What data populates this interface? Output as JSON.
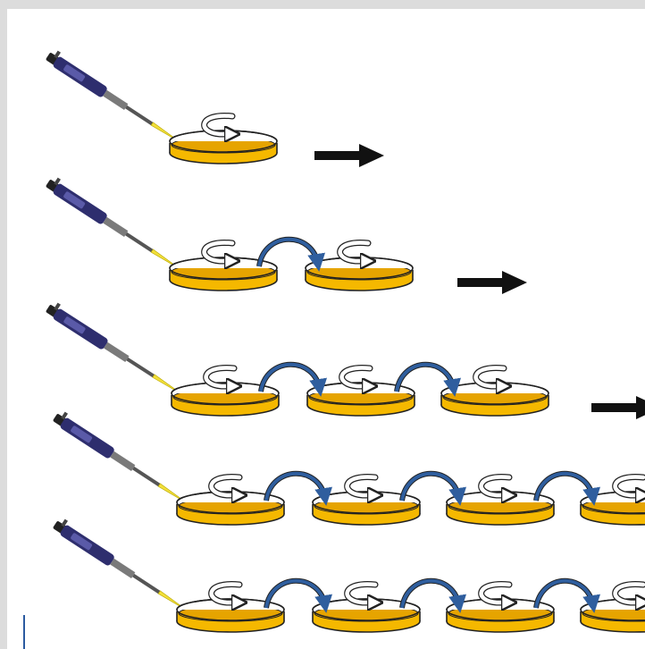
{
  "figure": {
    "background_color": "#dcdcdc",
    "panel_color": "#ffffff",
    "icons": {
      "pipette": "pipette-icon",
      "petri_dish": "petri-dish-icon",
      "swirl": "swirl-arrow-icon",
      "transfer": "transfer-arrow-icon",
      "next": "next-step-arrow-icon"
    },
    "colors": {
      "medium": "#f5b800",
      "medium_dark": "#e6a400",
      "pipette_body": "#2e2e6e",
      "pipette_band": "#5a5aa8",
      "pipette_tip": "#f2df3a",
      "transfer_arrow": "#2f5e9e",
      "next_arrow": "#111111",
      "outline": "#222222"
    },
    "rows": [
      {
        "dishes": 1,
        "next_arrow": true
      },
      {
        "dishes": 2,
        "next_arrow": true
      },
      {
        "dishes": 3,
        "next_arrow": true
      },
      {
        "dishes": 4,
        "next_arrow": false
      },
      {
        "dishes": 4,
        "next_arrow": false
      }
    ]
  }
}
